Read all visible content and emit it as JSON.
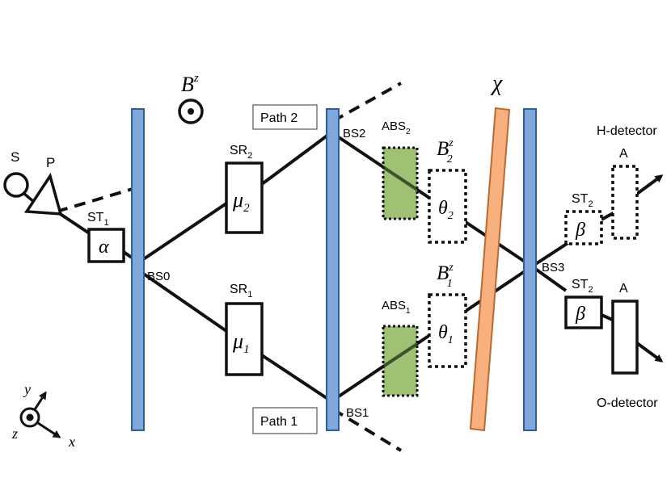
{
  "field": {
    "symbol": "B",
    "sup": "z"
  },
  "source": {
    "s_label": "S",
    "p_label": "P"
  },
  "st1": {
    "label": "ST",
    "sub": "1",
    "symbol": "α"
  },
  "bs0": {
    "label": "BS0"
  },
  "bs1": {
    "label": "BS1"
  },
  "bs2": {
    "label": "BS2"
  },
  "bs3": {
    "label": "BS3"
  },
  "path2": {
    "label": "Path 2"
  },
  "path1": {
    "label": "Path 1"
  },
  "sr2": {
    "label": "SR",
    "sub": "2",
    "symbol": "μ",
    "symsub": "2"
  },
  "sr1": {
    "label": "SR",
    "sub": "1",
    "symbol": "μ",
    "symsub": "1"
  },
  "abs2": {
    "label": "ABS",
    "sub": "2"
  },
  "abs1": {
    "label": "ABS",
    "sub": "1"
  },
  "b2": {
    "symbol": "B",
    "sub": "2",
    "sup": "z",
    "theta": "θ",
    "thsub": "2"
  },
  "b1": {
    "symbol": "B",
    "sub": "1",
    "sup": "z",
    "theta": "θ",
    "thsub": "1"
  },
  "chi": {
    "symbol": "χ"
  },
  "hdet": {
    "label": "H-detector",
    "a_label": "A",
    "st_label": "ST",
    "st_sub": "2",
    "beta": "β"
  },
  "odet": {
    "label": "O-detector",
    "a_label": "A",
    "st_label": "ST",
    "st_sub": "2",
    "beta": "β"
  },
  "axes": {
    "x": "x",
    "y": "y",
    "z": "z"
  },
  "colors": {
    "splitter": "#7FA7D9",
    "splitter_edge": "#2F5E9E",
    "absorber": "#8DB65A",
    "chi_plate": "#F7B07E",
    "chi_edge": "#B86A32",
    "line": "#111111"
  }
}
